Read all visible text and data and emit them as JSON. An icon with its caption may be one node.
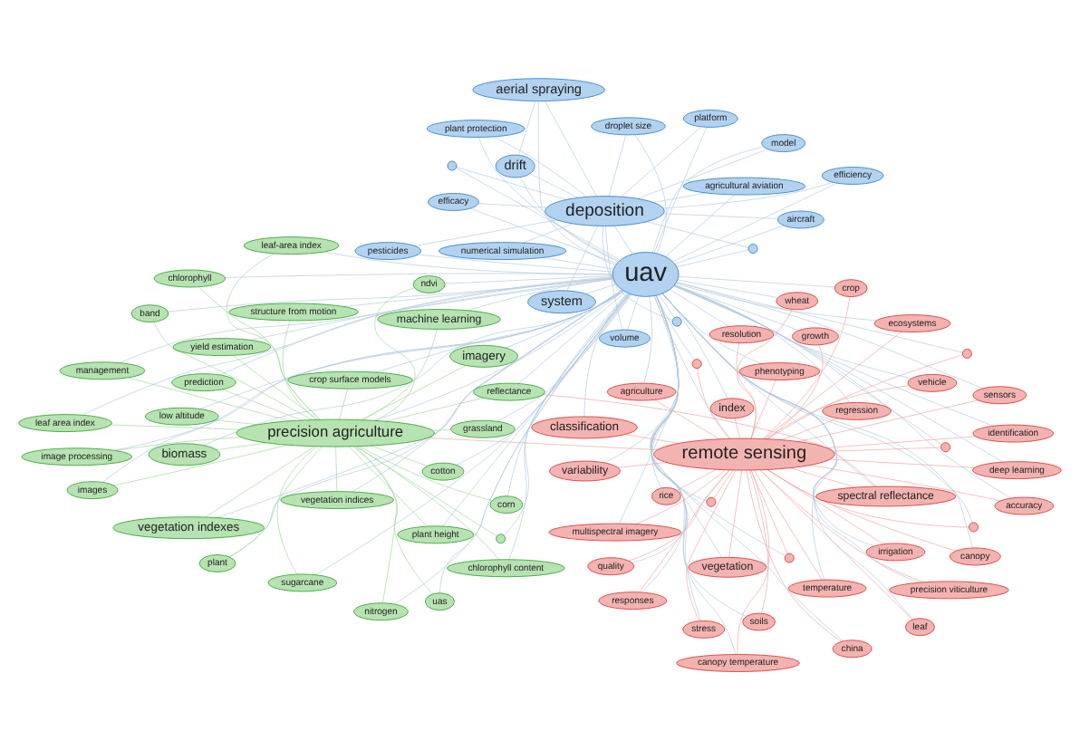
{
  "diagram": {
    "nodes": [
      {
        "text": [
          "quality"
        ]
      },
      {
        "text": [],
        "shape": "circle"
      },
      {
        "text": [
          "canopy temperature"
        ]
      },
      {
        "text": [
          "band"
        ]
      },
      {
        "text": [
          "irrigation"
        ]
      },
      {
        "text": [
          "rice"
        ]
      },
      {
        "text": [
          "responses"
        ]
      },
      {
        "text": [
          "precision viticulture"
        ]
      },
      {
        "text": [
          "stress"
        ]
      },
      {
        "text": [
          "leaf"
        ]
      },
      {
        "text": [
          "soils"
        ]
      },
      {
        "text": [
          "variability"
        ]
      },
      {
        "text": [],
        "shape": "circle"
      },
      {
        "text": [],
        "shape": "circle"
      },
      {
        "text": [
          "growth"
        ]
      },
      {
        "text": [
          "temperature"
        ]
      },
      {
        "text": [],
        "shape": "circle"
      },
      {
        "text": [
          "plant protection"
        ]
      },
      {
        "text": [
          "agriculture"
        ]
      },
      {
        "text": [
          "index"
        ]
      },
      {
        "text": [
          "vegetation"
        ]
      },
      {
        "text": [
          "numerical simulation"
        ]
      },
      {
        "text": [
          "model"
        ]
      },
      {
        "text": [
          "ecosystems"
        ]
      },
      {
        "text": [
          "chlorophyll"
        ]
      },
      {
        "text": [
          "china"
        ]
      },
      {
        "text": [],
        "shape": "circle"
      },
      {
        "text": [],
        "shape": "circle"
      },
      {
        "text": [
          "volume"
        ]
      },
      {
        "text": [
          "canopy"
        ]
      },
      {
        "text": [
          "reflectance"
        ]
      },
      {
        "text": [
          "spectral reflectance"
        ]
      },
      {
        "text": [
          "plant"
        ]
      },
      {
        "text": [
          "prediction"
        ]
      },
      {
        "text": [
          "efficiency"
        ]
      },
      {
        "text": [],
        "shape": "circle"
      },
      {
        "text": [
          "regression"
        ]
      },
      {
        "text": [
          "crop"
        ]
      },
      {
        "text": [
          "classification"
        ]
      },
      {
        "text": [
          "multispectral imagery"
        ]
      },
      {
        "text": [
          "resolution"
        ]
      },
      {
        "text": [],
        "shape": "circle"
      },
      {
        "text": [
          "drift"
        ]
      },
      {
        "text": [
          "sensors"
        ]
      },
      {
        "text": [
          "accuracy"
        ]
      },
      {
        "text": [
          "leaf area index"
        ]
      },
      {
        "text": [
          "remote sensing"
        ]
      },
      {
        "text": [
          "uav"
        ]
      },
      {
        "text": [
          "identification"
        ]
      },
      {
        "text": [
          "deposition"
        ]
      },
      {
        "text": [],
        "shape": "circle"
      },
      {
        "text": [
          "grassland"
        ]
      },
      {
        "text": [
          "platform"
        ]
      },
      {
        "text": [
          "leaf-area index"
        ]
      },
      {
        "text": [
          "ndvi"
        ]
      },
      {
        "text": [
          "uas"
        ]
      },
      {
        "text": [
          "vegetation indexes"
        ]
      },
      {
        "text": [
          "aerial spraying"
        ]
      },
      {
        "text": [
          "vehicle"
        ]
      },
      {
        "text": [
          "management"
        ]
      },
      {
        "text": [
          "precision agriculture"
        ]
      },
      {
        "text": [
          "wheat"
        ]
      },
      {
        "text": [
          "system"
        ]
      },
      {
        "text": [
          "machine learning"
        ]
      },
      {
        "text": [
          "corn"
        ]
      },
      {
        "text": [
          "pesticides"
        ]
      },
      {
        "text": [
          "cotton"
        ]
      },
      {
        "text": [
          "imagery"
        ]
      },
      {
        "text": [
          "chlorophyll content"
        ]
      },
      {
        "text": [
          "efficacy"
        ]
      },
      {
        "text": [
          "nitrogen"
        ]
      },
      {
        "text": [
          "droplet size"
        ]
      },
      {
        "text": [
          "phenotyping"
        ]
      },
      {
        "text": [
          "image processing"
        ]
      },
      {
        "text": [
          "vegetation indices"
        ]
      },
      {
        "text": [],
        "shape": "circle"
      },
      {
        "text": [
          "agricultural aviation"
        ]
      },
      {
        "text": [
          "sugarcane"
        ]
      },
      {
        "text": [
          "biomass"
        ]
      },
      {
        "text": [
          "deep learning"
        ]
      },
      {
        "text": [
          "low altitude"
        ]
      },
      {
        "text": [
          "images"
        ]
      },
      {
        "text": [
          "aircraft"
        ]
      },
      {
        "text": [
          "plant height"
        ]
      },
      {
        "text": [
          "structure from motion"
        ]
      },
      {
        "text": [
          "yield estimation"
        ]
      },
      {
        "text": [
          "crop surface models"
        ]
      }
    ],
    "edges": [
      {
        "from": 0,
        "to": 47,
        "arrow": "none"
      },
      {
        "from": 0,
        "to": 46,
        "arrow": "none",
        "color": "#efa3a3"
      },
      {
        "from": 1,
        "to": 47,
        "arrow": "none"
      },
      {
        "from": 1,
        "to": 46,
        "arrow": "none",
        "color": "#efa3a3"
      },
      {
        "from": 2,
        "to": 47,
        "arrow": "none"
      },
      {
        "from": 2,
        "to": 46,
        "arrow": "none",
        "color": "#efa3a3"
      },
      {
        "from": 3,
        "to": 47,
        "arrow": "none"
      },
      {
        "from": 3,
        "to": 60,
        "arrow": "none",
        "color": "#9fd79a"
      },
      {
        "from": 4,
        "to": 47,
        "arrow": "none"
      },
      {
        "from": 4,
        "to": 46,
        "arrow": "none",
        "color": "#efa3a3"
      },
      {
        "from": 5,
        "to": 47,
        "arrow": "none"
      },
      {
        "from": 5,
        "to": 46,
        "arrow": "none",
        "color": "#efa3a3"
      },
      {
        "from": 6,
        "to": 47,
        "arrow": "none"
      },
      {
        "from": 6,
        "to": 46,
        "arrow": "none",
        "color": "#efa3a3"
      },
      {
        "from": 7,
        "to": 47,
        "arrow": "none"
      },
      {
        "from": 7,
        "to": 46,
        "arrow": "none",
        "color": "#efa3a3"
      },
      {
        "from": 8,
        "to": 47,
        "arrow": "none"
      },
      {
        "from": 8,
        "to": 46,
        "arrow": "none",
        "color": "#efa3a3"
      },
      {
        "from": 9,
        "to": 47,
        "arrow": "none"
      },
      {
        "from": 9,
        "to": 46,
        "arrow": "none",
        "color": "#efa3a3"
      },
      {
        "from": 10,
        "to": 47,
        "arrow": "none"
      },
      {
        "from": 10,
        "to": 46,
        "arrow": "none",
        "color": "#efa3a3"
      },
      {
        "from": 11,
        "to": 47,
        "arrow": "none"
      },
      {
        "from": 11,
        "to": 46,
        "arrow": "none",
        "color": "#efa3a3"
      },
      {
        "from": 12,
        "to": 47,
        "arrow": "none"
      },
      {
        "from": 12,
        "to": 60,
        "arrow": "none",
        "color": "#9fd79a"
      },
      {
        "from": 13,
        "to": 47,
        "arrow": "none"
      },
      {
        "from": 13,
        "to": 46,
        "arrow": "none",
        "color": "#efa3a3"
      },
      {
        "from": 14,
        "to": 47,
        "arrow": "none"
      },
      {
        "from": 14,
        "to": 46,
        "arrow": "none",
        "color": "#efa3a3"
      },
      {
        "from": 15,
        "to": 47,
        "arrow": "none"
      },
      {
        "from": 15,
        "to": 46,
        "arrow": "none",
        "color": "#efa3a3"
      },
      {
        "from": 16,
        "to": 47,
        "arrow": "none"
      },
      {
        "from": 16,
        "to": 49,
        "arrow": "none"
      },
      {
        "from": 17,
        "to": 47,
        "arrow": "none"
      },
      {
        "from": 17,
        "to": 49,
        "arrow": "none"
      },
      {
        "from": 18,
        "to": 47,
        "arrow": "none"
      },
      {
        "from": 18,
        "to": 46,
        "arrow": "none",
        "color": "#efa3a3"
      },
      {
        "from": 19,
        "to": 47,
        "arrow": "none"
      },
      {
        "from": 19,
        "to": 46,
        "arrow": "none",
        "color": "#efa3a3"
      },
      {
        "from": 20,
        "to": 47,
        "arrow": "none"
      },
      {
        "from": 20,
        "to": 46,
        "arrow": "none",
        "color": "#efa3a3"
      },
      {
        "from": 21,
        "to": 47,
        "arrow": "none"
      },
      {
        "from": 21,
        "to": 49,
        "arrow": "none"
      },
      {
        "from": 22,
        "to": 47,
        "arrow": "none"
      },
      {
        "from": 22,
        "to": 49,
        "arrow": "none"
      },
      {
        "from": 23,
        "to": 47,
        "arrow": "none"
      },
      {
        "from": 23,
        "to": 46,
        "arrow": "none",
        "color": "#efa3a3"
      },
      {
        "from": 24,
        "to": 47,
        "arrow": "none"
      },
      {
        "from": 24,
        "to": 60,
        "arrow": "none",
        "color": "#9fd79a"
      },
      {
        "from": 25,
        "to": 47,
        "arrow": "none"
      },
      {
        "from": 25,
        "to": 46,
        "arrow": "none",
        "color": "#efa3a3"
      },
      {
        "from": 26,
        "to": 47,
        "arrow": "none"
      },
      {
        "from": 26,
        "to": 46,
        "arrow": "none",
        "color": "#efa3a3"
      },
      {
        "from": 27,
        "to": 47,
        "arrow": "none"
      },
      {
        "from": 27,
        "to": 46,
        "arrow": "none",
        "color": "#efa3a3"
      },
      {
        "from": 28,
        "to": 47,
        "arrow": "none"
      },
      {
        "from": 28,
        "to": 49,
        "arrow": "none"
      },
      {
        "from": 29,
        "to": 47,
        "arrow": "none"
      },
      {
        "from": 29,
        "to": 46,
        "arrow": "none",
        "color": "#efa3a3"
      },
      {
        "from": 30,
        "to": 47,
        "arrow": "none"
      },
      {
        "from": 30,
        "to": 60,
        "arrow": "none",
        "color": "#9fd79a"
      },
      {
        "from": 31,
        "to": 47,
        "arrow": "none"
      },
      {
        "from": 31,
        "to": 46,
        "arrow": "none",
        "color": "#efa3a3"
      },
      {
        "from": 32,
        "to": 47,
        "arrow": "none"
      },
      {
        "from": 32,
        "to": 60,
        "arrow": "none",
        "color": "#9fd79a"
      },
      {
        "from": 33,
        "to": 47,
        "arrow": "none"
      },
      {
        "from": 33,
        "to": 60,
        "arrow": "none",
        "color": "#9fd79a"
      },
      {
        "from": 34,
        "to": 47,
        "arrow": "none"
      },
      {
        "from": 34,
        "to": 49,
        "arrow": "none"
      },
      {
        "from": 35,
        "to": 47,
        "arrow": "none"
      },
      {
        "from": 35,
        "to": 46,
        "arrow": "none",
        "color": "#efa3a3"
      },
      {
        "from": 36,
        "to": 47,
        "arrow": "none"
      },
      {
        "from": 36,
        "to": 46,
        "arrow": "none",
        "color": "#efa3a3"
      },
      {
        "from": 37,
        "to": 47,
        "arrow": "none"
      },
      {
        "from": 37,
        "to": 46,
        "arrow": "none",
        "color": "#efa3a3"
      },
      {
        "from": 38,
        "to": 47,
        "arrow": "none"
      },
      {
        "from": 38,
        "to": 46,
        "arrow": "none",
        "color": "#efa3a3"
      },
      {
        "from": 39,
        "to": 47,
        "arrow": "none"
      },
      {
        "from": 39,
        "to": 46,
        "arrow": "none",
        "color": "#efa3a3"
      },
      {
        "from": 40,
        "to": 47,
        "arrow": "none"
      },
      {
        "from": 40,
        "to": 46,
        "arrow": "none",
        "color": "#efa3a3"
      },
      {
        "from": 41,
        "to": 47,
        "arrow": "none"
      },
      {
        "from": 41,
        "to": 46,
        "arrow": "none",
        "color": "#efa3a3"
      },
      {
        "from": 42,
        "to": 47,
        "arrow": "none"
      },
      {
        "from": 42,
        "to": 49,
        "arrow": "none"
      },
      {
        "from": 43,
        "to": 47,
        "arrow": "none"
      },
      {
        "from": 43,
        "to": 46,
        "arrow": "none",
        "color": "#efa3a3"
      },
      {
        "from": 44,
        "to": 47,
        "arrow": "none"
      },
      {
        "from": 44,
        "to": 46,
        "arrow": "none",
        "color": "#efa3a3"
      },
      {
        "from": 45,
        "to": 47,
        "arrow": "none"
      },
      {
        "from": 45,
        "to": 60,
        "arrow": "none",
        "color": "#9fd79a"
      },
      {
        "from": 48,
        "to": 47,
        "arrow": "none"
      },
      {
        "from": 48,
        "to": 46,
        "arrow": "none",
        "color": "#efa3a3"
      },
      {
        "from": 50,
        "to": 47,
        "arrow": "none"
      },
      {
        "from": 50,
        "to": 49,
        "arrow": "none"
      },
      {
        "from": 51,
        "to": 47,
        "arrow": "none"
      },
      {
        "from": 51,
        "to": 60,
        "arrow": "none",
        "color": "#9fd79a"
      },
      {
        "from": 52,
        "to": 47,
        "arrow": "none"
      },
      {
        "from": 52,
        "to": 49,
        "arrow": "none"
      },
      {
        "from": 53,
        "to": 47,
        "arrow": "none"
      },
      {
        "from": 53,
        "to": 60,
        "arrow": "none",
        "color": "#9fd79a"
      },
      {
        "from": 54,
        "to": 47,
        "arrow": "none"
      },
      {
        "from": 54,
        "to": 60,
        "arrow": "none",
        "color": "#9fd79a"
      },
      {
        "from": 55,
        "to": 47,
        "arrow": "none"
      },
      {
        "from": 55,
        "to": 60,
        "arrow": "none",
        "color": "#9fd79a"
      },
      {
        "from": 56,
        "to": 47,
        "arrow": "none"
      },
      {
        "from": 56,
        "to": 60,
        "arrow": "none",
        "color": "#9fd79a"
      },
      {
        "from": 57,
        "to": 47,
        "arrow": "none"
      },
      {
        "from": 57,
        "to": 49,
        "arrow": "none"
      },
      {
        "from": 58,
        "to": 47,
        "arrow": "none"
      },
      {
        "from": 58,
        "to": 46,
        "arrow": "none",
        "color": "#efa3a3"
      },
      {
        "from": 59,
        "to": 47,
        "arrow": "none"
      },
      {
        "from": 59,
        "to": 60,
        "arrow": "none",
        "color": "#9fd79a"
      },
      {
        "from": 61,
        "to": 47,
        "arrow": "none"
      },
      {
        "from": 61,
        "to": 46,
        "arrow": "none",
        "color": "#efa3a3"
      },
      {
        "from": 62,
        "to": 47,
        "arrow": "none"
      },
      {
        "from": 62,
        "to": 49,
        "arrow": "none"
      },
      {
        "from": 63,
        "to": 47,
        "arrow": "none"
      },
      {
        "from": 63,
        "to": 60,
        "arrow": "none",
        "color": "#9fd79a"
      },
      {
        "from": 64,
        "to": 47,
        "arrow": "none"
      },
      {
        "from": 64,
        "to": 60,
        "arrow": "none",
        "color": "#9fd79a"
      },
      {
        "from": 65,
        "to": 47,
        "arrow": "none"
      },
      {
        "from": 65,
        "to": 49,
        "arrow": "none"
      },
      {
        "from": 66,
        "to": 47,
        "arrow": "none"
      },
      {
        "from": 66,
        "to": 60,
        "arrow": "none",
        "color": "#9fd79a"
      },
      {
        "from": 67,
        "to": 47,
        "arrow": "none"
      },
      {
        "from": 67,
        "to": 60,
        "arrow": "none",
        "color": "#9fd79a"
      },
      {
        "from": 68,
        "to": 47,
        "arrow": "none"
      },
      {
        "from": 68,
        "to": 60,
        "arrow": "none",
        "color": "#9fd79a"
      },
      {
        "from": 69,
        "to": 47,
        "arrow": "none"
      },
      {
        "from": 69,
        "to": 49,
        "arrow": "none"
      },
      {
        "from": 70,
        "to": 47,
        "arrow": "none"
      },
      {
        "from": 70,
        "to": 60,
        "arrow": "none",
        "color": "#9fd79a"
      },
      {
        "from": 71,
        "to": 47,
        "arrow": "none"
      },
      {
        "from": 71,
        "to": 49,
        "arrow": "none"
      },
      {
        "from": 72,
        "to": 47,
        "arrow": "none"
      },
      {
        "from": 72,
        "to": 46,
        "arrow": "none",
        "color": "#efa3a3"
      },
      {
        "from": 73,
        "to": 47,
        "arrow": "none"
      },
      {
        "from": 73,
        "to": 60,
        "arrow": "none",
        "color": "#9fd79a"
      },
      {
        "from": 74,
        "to": 47,
        "arrow": "none"
      },
      {
        "from": 74,
        "to": 60,
        "arrow": "none",
        "color": "#9fd79a"
      },
      {
        "from": 75,
        "to": 47,
        "arrow": "none"
      },
      {
        "from": 75,
        "to": 49,
        "arrow": "none"
      },
      {
        "from": 76,
        "to": 47,
        "arrow": "none"
      },
      {
        "from": 76,
        "to": 49,
        "arrow": "none"
      },
      {
        "from": 77,
        "to": 47,
        "arrow": "none"
      },
      {
        "from": 77,
        "to": 60,
        "arrow": "none",
        "color": "#9fd79a"
      },
      {
        "from": 78,
        "to": 47,
        "arrow": "none"
      },
      {
        "from": 78,
        "to": 60,
        "arrow": "none",
        "color": "#9fd79a"
      },
      {
        "from": 79,
        "to": 47,
        "arrow": "none"
      },
      {
        "from": 79,
        "to": 46,
        "arrow": "none",
        "color": "#efa3a3"
      },
      {
        "from": 80,
        "to": 47,
        "arrow": "none"
      },
      {
        "from": 80,
        "to": 60,
        "arrow": "none",
        "color": "#9fd79a"
      },
      {
        "from": 81,
        "to": 47,
        "arrow": "none"
      },
      {
        "from": 81,
        "to": 60,
        "arrow": "none",
        "color": "#9fd79a"
      },
      {
        "from": 82,
        "to": 47,
        "arrow": "none"
      },
      {
        "from": 82,
        "to": 49,
        "arrow": "none"
      },
      {
        "from": 83,
        "to": 47,
        "arrow": "none"
      },
      {
        "from": 83,
        "to": 60,
        "arrow": "none",
        "color": "#9fd79a"
      },
      {
        "from": 84,
        "to": 47,
        "arrow": "none"
      },
      {
        "from": 84,
        "to": 60,
        "arrow": "none",
        "color": "#9fd79a"
      },
      {
        "from": 85,
        "to": 47,
        "arrow": "none"
      },
      {
        "from": 85,
        "to": 60,
        "arrow": "none",
        "color": "#9fd79a"
      },
      {
        "from": 86,
        "to": 47,
        "arrow": "none"
      },
      {
        "from": 86,
        "to": 60,
        "arrow": "none",
        "color": "#9fd79a"
      },
      {
        "from": 46,
        "to": 47,
        "arrow": "none"
      },
      {
        "from": 60,
        "to": 47,
        "arrow": "none"
      },
      {
        "from": 49,
        "to": 47,
        "arrow": "none"
      },
      {
        "from": 46,
        "to": 60,
        "arrow": "none",
        "color": "#efa3a3"
      },
      {
        "from": 42,
        "to": 57,
        "arrow": "none"
      },
      {
        "from": 31,
        "to": 30,
        "arrow": "none",
        "color": "#efa3a3"
      }
    ]
  }
}
